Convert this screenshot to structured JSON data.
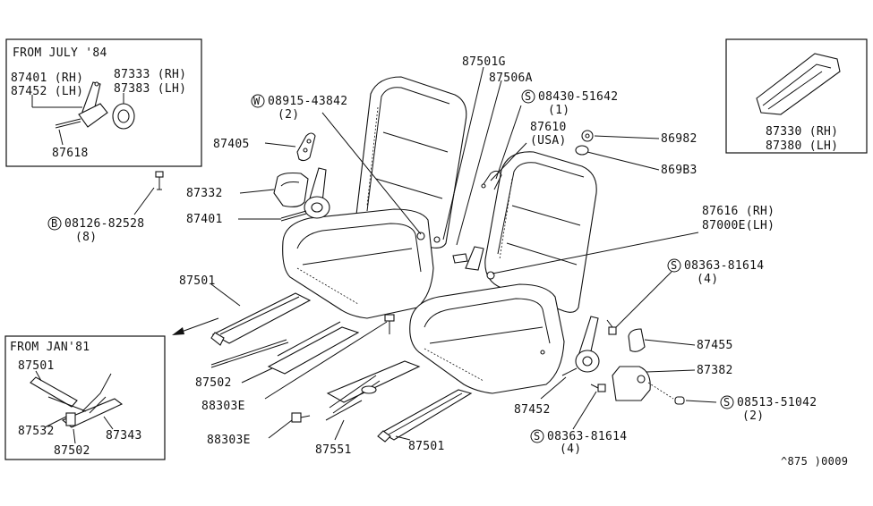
{
  "inset_july84": {
    "title": "FROM JULY '84",
    "labels": [
      "87401 (RH)",
      "87452 (LH)",
      "87333 (RH)",
      "87383 (LH)",
      "87618"
    ]
  },
  "inset_jan81": {
    "title": "FROM JAN'81",
    "labels": [
      "87501",
      "87532",
      "87343",
      "87502"
    ]
  },
  "inset_right": {
    "labels": [
      "87330 (RH)",
      "87380 (LH)"
    ]
  },
  "symbols": {
    "w": "W",
    "s": "S",
    "b": "B"
  },
  "callouts": {
    "p87501g": "87501G",
    "p87506a": "87506A",
    "p08430_51642": "08430-51642",
    "p08430_qty": "(1)",
    "p08915_43842": "08915-43842",
    "p08915_qty": "(2)",
    "p87610": "87610",
    "p87610_note": "(USA)",
    "p86982": "86982",
    "p869b3": "869B3",
    "p87405": "87405",
    "p87332": "87332",
    "p87401": "87401",
    "p08126_82528": "08126-82528",
    "p08126_qty": "(8)",
    "p87616": "87616 (RH)",
    "p87000e": "87000E(LH)",
    "p08363_top": "08363-81614",
    "p08363_top_qty": "(4)",
    "p87501_left": "87501",
    "p87502": "87502",
    "p88303e_a": "88303E",
    "p88303e_b": "88303E",
    "p87551": "87551",
    "p87501_bottom": "87501",
    "p87455": "87455",
    "p87382": "87382",
    "p08513_51042": "08513-51042",
    "p08513_qty": "(2)",
    "p87452": "87452",
    "p08363_bot": "08363-81614",
    "p08363_bot_qty": "(4)",
    "ref_code": "^875 )0009"
  }
}
